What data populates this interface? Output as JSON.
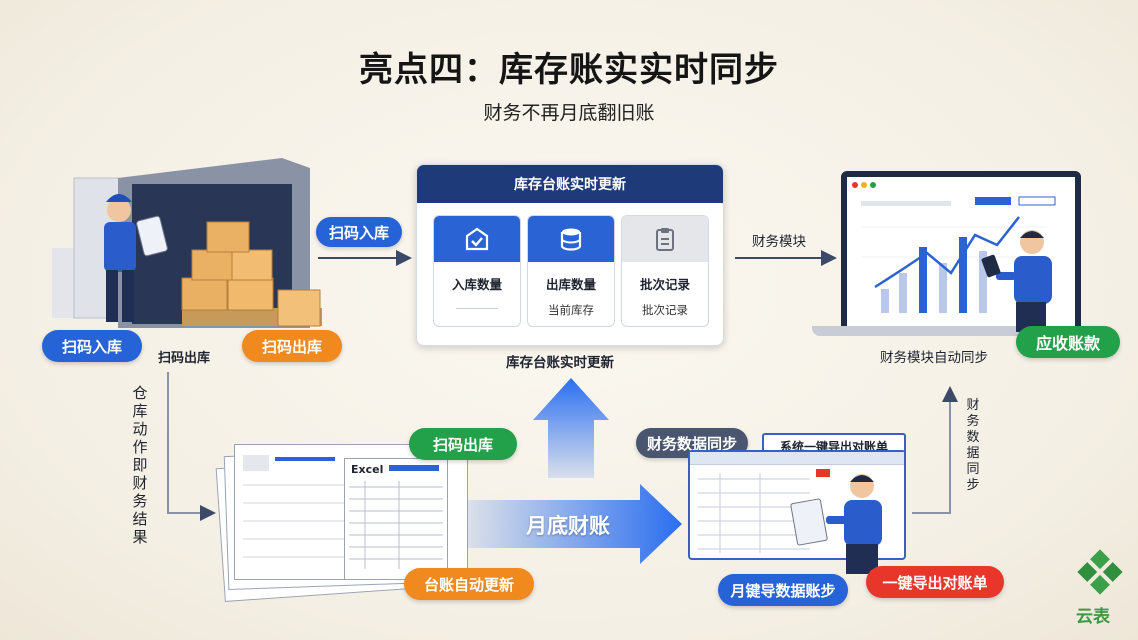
{
  "title": "亮点四：库存账实实时同步",
  "subtitle": "财务不再月底翻旧账",
  "warehouse": {
    "scan_in_arrow": "扫码入库",
    "scan_in_badge": "扫码入库",
    "scan_out_label": "扫码出库",
    "scan_out_badge": "扫码出库"
  },
  "dashboard": {
    "header": "库存台账实时更新",
    "cards": [
      {
        "label": "入库数量",
        "sub": ""
      },
      {
        "label": "出库数量",
        "sub": "当前库存"
      },
      {
        "label": "批次记录",
        "sub": "批次记录"
      }
    ],
    "caption": "库存台账实时更新"
  },
  "finance": {
    "arrow_label": "财务模块",
    "caption": "财务模块自动同步",
    "badge": "应收账款",
    "vertical_label": "财务数据同步"
  },
  "left_flow": {
    "vertical_label": "仓库动作即财务结果"
  },
  "ledger": {
    "excel_label": "Excel",
    "scan_out_badge": "扫码出库",
    "auto_update_badge": "台账自动更新"
  },
  "month_end": {
    "arrow_label": "月底财账"
  },
  "report": {
    "sync_badge": "财务数据同步",
    "export_tag": "系统一键导出对账单",
    "month_badge": "月键导数据账步",
    "one_click_badge": "一键导出对账单"
  },
  "logo": {
    "text": "云表"
  },
  "colors": {
    "blue": "#2563d6",
    "orange": "#f08a1f",
    "green": "#22a04a",
    "red": "#e8362b",
    "navy": "#1e3a78"
  }
}
